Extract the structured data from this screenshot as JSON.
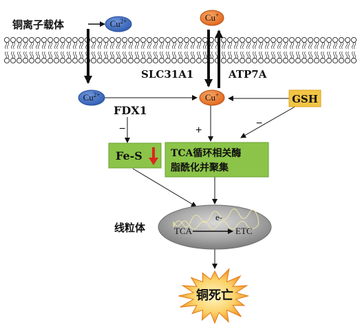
{
  "labels": {
    "carrier": "铜离子载体",
    "slc31a1": "SLC31A1",
    "atp7a": "ATP7A",
    "fdx1": "FDX1",
    "gsh": "GSH",
    "fes": "Fe-S",
    "tca_line1": "TCA循环相关酶",
    "tca_line2": "脂酰化并聚集",
    "mitochondria": "线粒体",
    "electron": "e-",
    "tca": "TCA",
    "etc": "ETC",
    "cuproptosis": "铜死亡"
  },
  "ions": {
    "cu2_out": {
      "base": "Cu",
      "charge": "2+"
    },
    "cu_top": {
      "base": "Cu",
      "charge": "+"
    },
    "cu2_in": {
      "base": "Cu",
      "charge": "2+"
    },
    "cu_in": {
      "base": "Cu",
      "charge": "+"
    }
  },
  "signs": {
    "fdx1_effect": "−",
    "tca_effect": "+",
    "gsh_effect": "−"
  },
  "colors": {
    "cu2_fill": "#3a6bc4",
    "cu_fill": "#e8782a",
    "box_green": "#8cc449",
    "gsh_fill": "#f3c444",
    "down_arrow_red": "#d9281e",
    "mito_gray": "#9a9a9a",
    "burst_orange": "#f5a623"
  }
}
